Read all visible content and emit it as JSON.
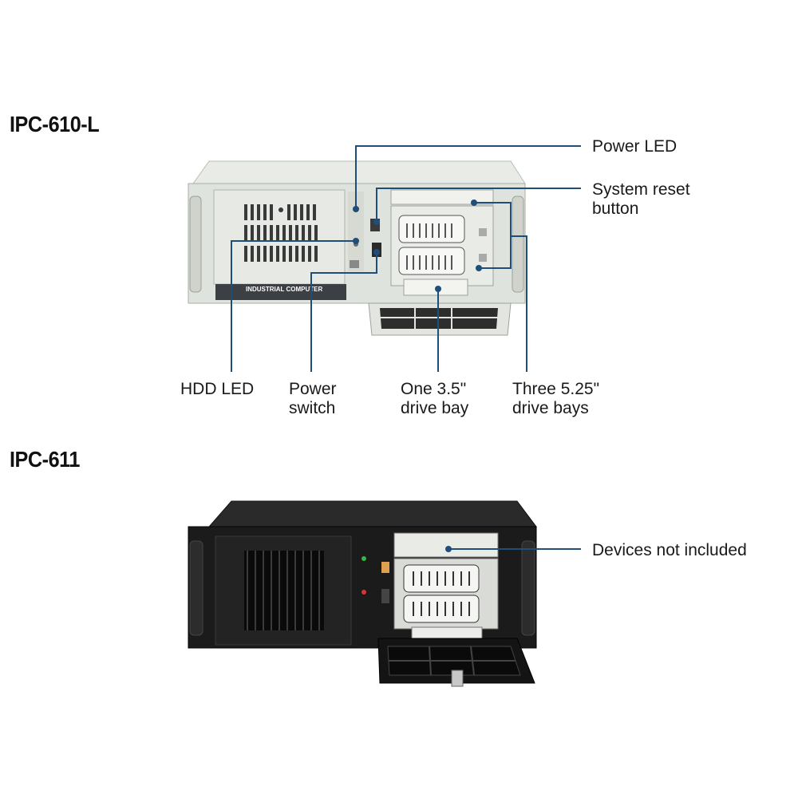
{
  "models": [
    {
      "name": "IPC-610-L",
      "chassis_color": "light-grey",
      "brand_strip": "INDUSTRIAL COMPUTER",
      "callouts": {
        "power_led": "Power LED",
        "reset_line1": "System reset",
        "reset_line2": "button",
        "hdd_led": "HDD LED",
        "power_switch_line1": "Power",
        "power_switch_line2": "switch",
        "drive35_line1": "One 3.5\"",
        "drive35_line2": "drive bay",
        "drive525_line1": "Three 5.25\"",
        "drive525_line2": "drive bays"
      }
    },
    {
      "name": "IPC-611",
      "chassis_color": "black",
      "callouts": {
        "devices": "Devices not included"
      }
    }
  ],
  "colors": {
    "callout_line": "#1f4e79",
    "callout_dot": "#1f4e79",
    "text": "#1a1a1a",
    "grey_chassis": "#dfe3dd",
    "black_chassis": "#1b1b1b"
  }
}
